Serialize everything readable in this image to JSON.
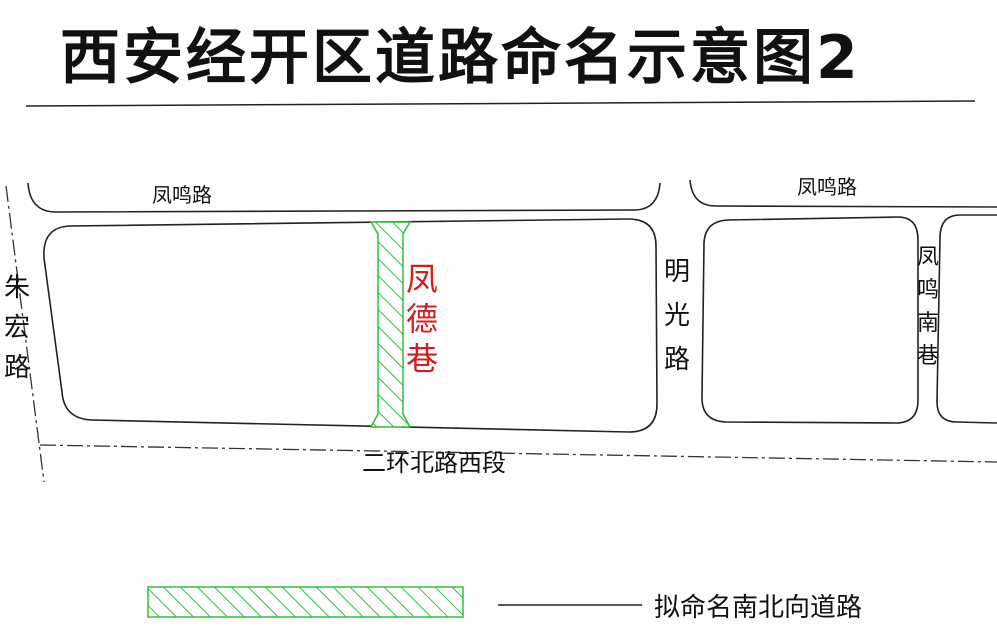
{
  "title": "西安经开区道路命名示意图2",
  "roads": {
    "fengming_left": "凤鸣路",
    "fengming_right": "凤鸣路",
    "zhuhong": "朱宏路",
    "mingguang": "明光路",
    "fengming_nanxiang": "凤鸣南巷",
    "erhuan": "二环北路西段",
    "fengde": "凤德巷"
  },
  "legend": {
    "label": "拟命名南北向道路"
  },
  "colors": {
    "hatch": "#2fc03a",
    "highlight_text": "#d21e1e",
    "line": "#222222"
  }
}
